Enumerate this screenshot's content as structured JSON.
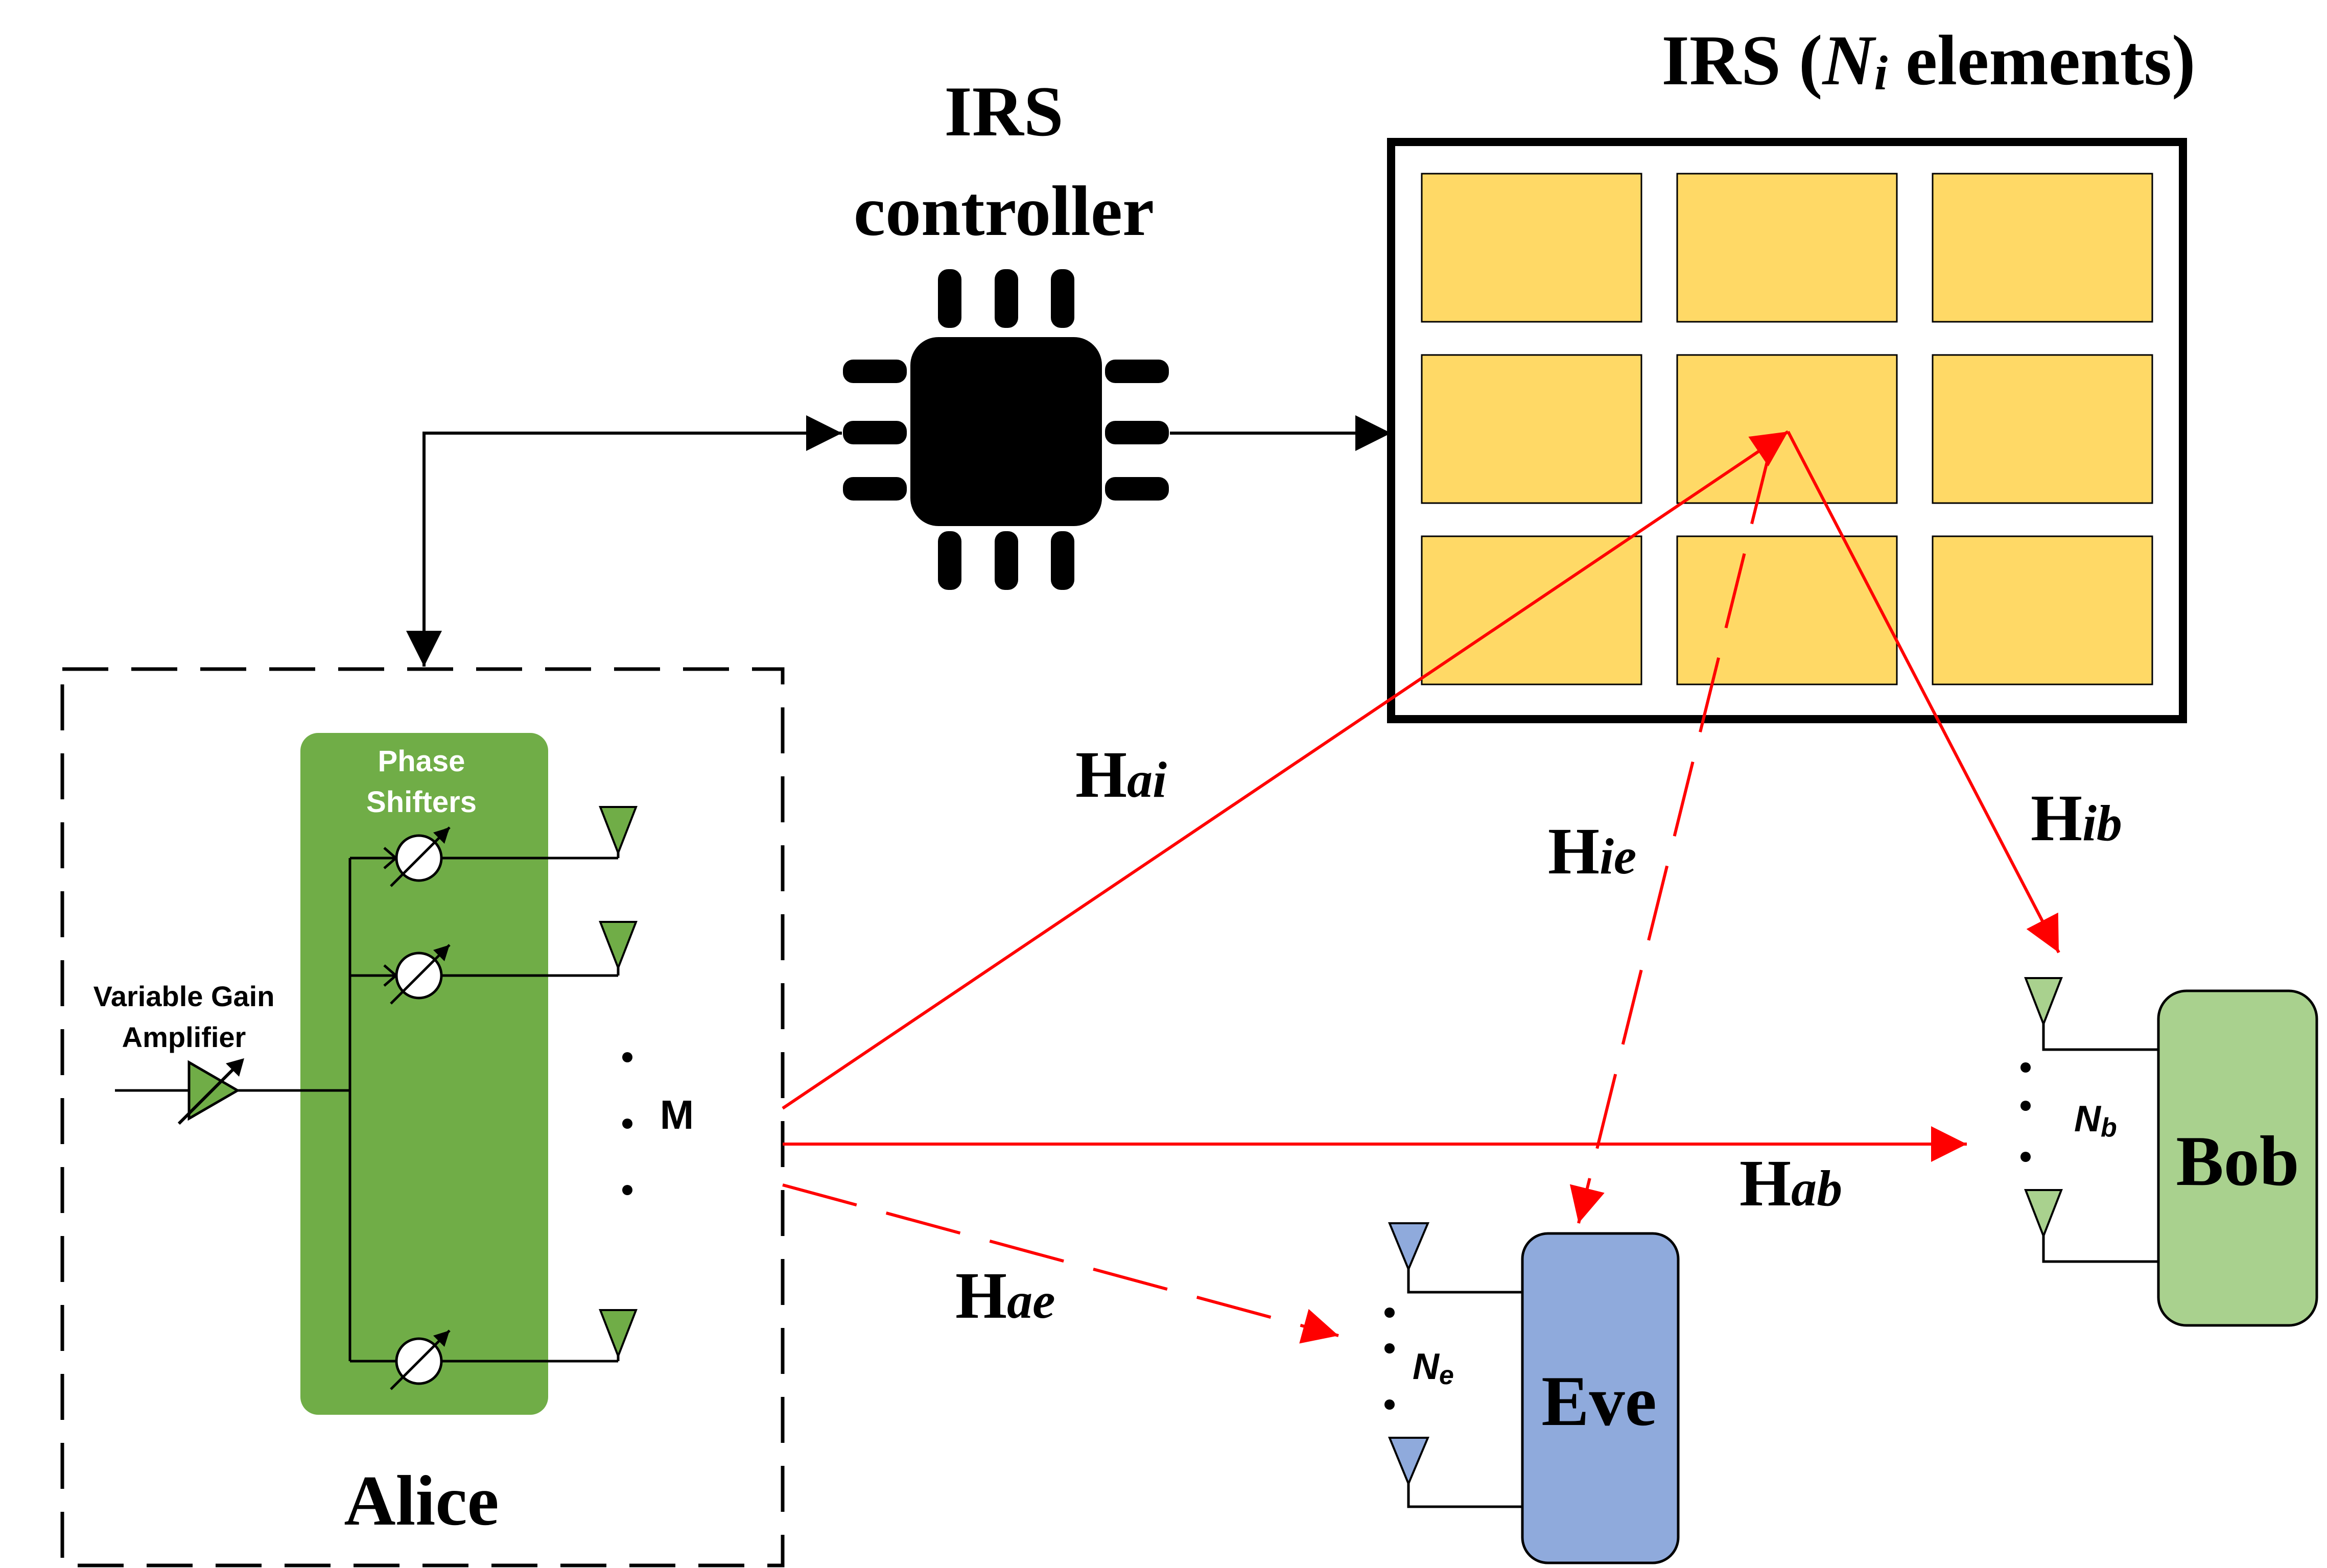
{
  "irs_controller": {
    "line1": "IRS",
    "line2": "controller"
  },
  "irs": {
    "title_prefix": "IRS (",
    "title_n": "N",
    "title_sub": "i",
    "title_suffix": " elements)"
  },
  "alice": {
    "label": "Alice",
    "phase_shifters_line1": "Phase",
    "phase_shifters_line2": "Shifters",
    "vga_line1": "Variable Gain",
    "vga_line2": "Amplifier",
    "antenna_count_label": "M"
  },
  "bob": {
    "label": "Bob",
    "antenna_n": "N",
    "antenna_sub": "b"
  },
  "eve": {
    "label": "Eve",
    "antenna_n": "N",
    "antenna_sub": "e"
  },
  "channels": {
    "h_ai": {
      "main": "H",
      "sub": "ai"
    },
    "h_ie": {
      "main": "H",
      "sub": "ie"
    },
    "h_ib": {
      "main": "H",
      "sub": "ib"
    },
    "h_ab": {
      "main": "H",
      "sub": "ab"
    },
    "h_ae": {
      "main": "H",
      "sub": "ae"
    }
  },
  "colors": {
    "irs_element_fill": "#ffd966",
    "phase_shifter_fill": "#70ad47",
    "antenna_green": "#70ad47",
    "antenna_blue": "#8ea9db",
    "bob_fill": "#a9d18e",
    "eve_fill": "#8faadc",
    "channel_red": "#ff0000"
  }
}
